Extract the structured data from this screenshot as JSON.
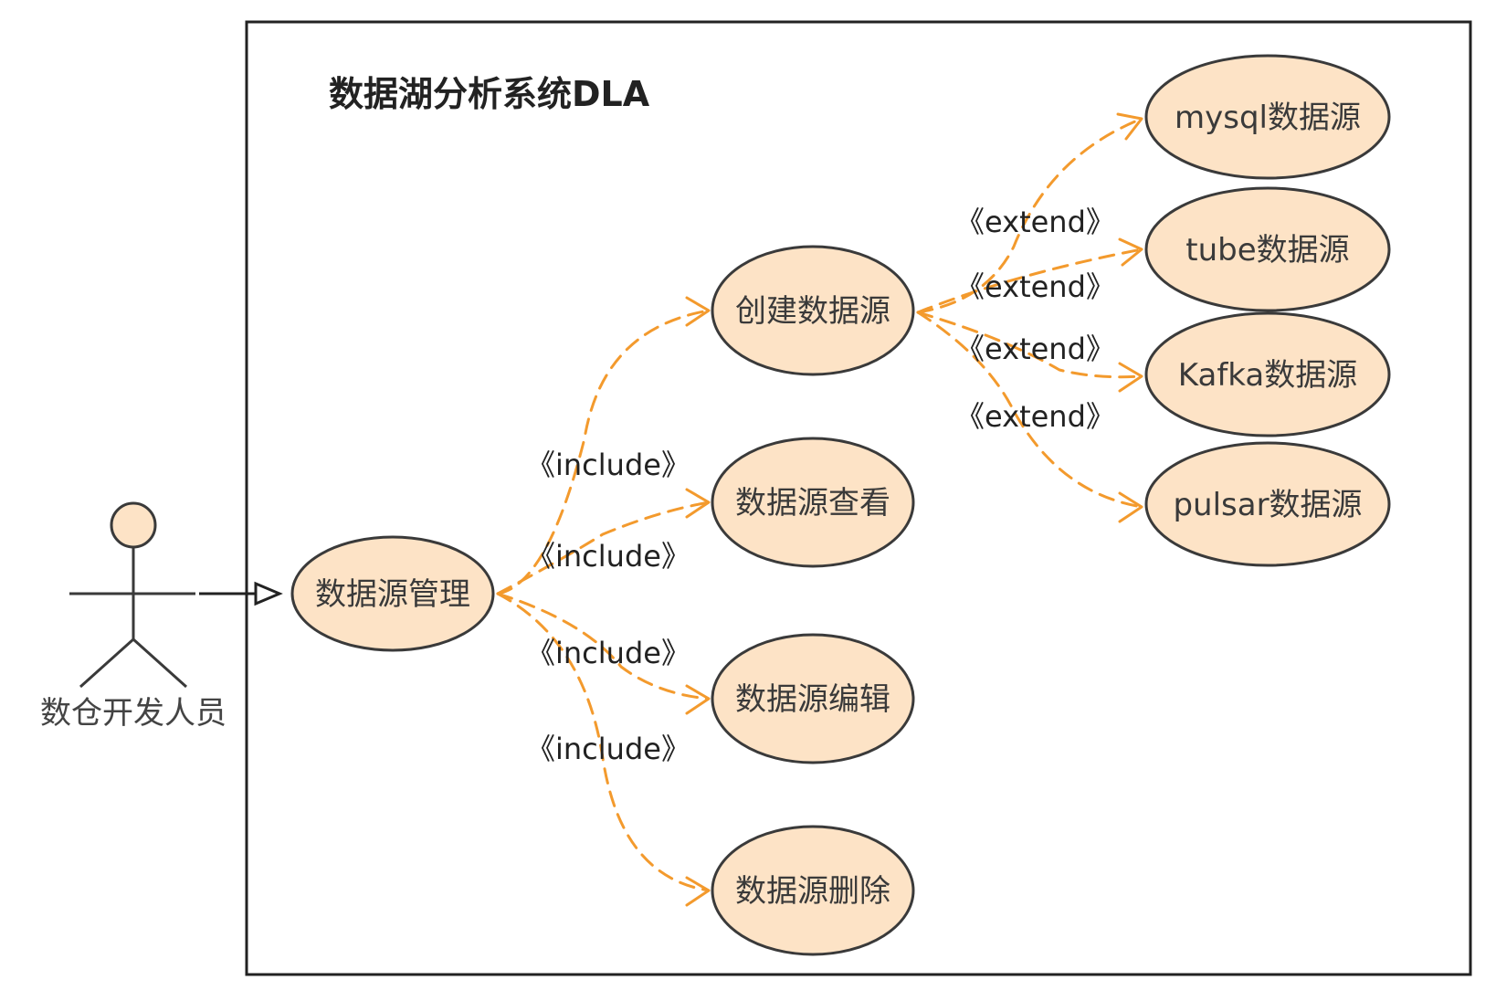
{
  "system": {
    "title": "数据湖分析系统DLA"
  },
  "actor": {
    "label": "数仓开发人员"
  },
  "use_cases": {
    "manage": "数据源管理",
    "create": "创建数据源",
    "view": "数据源查看",
    "edit": "数据源编辑",
    "delete": "数据源删除",
    "mysql": "mysql数据源",
    "tube": "tube数据源",
    "kafka": "Kafka数据源",
    "pulsar": "pulsar数据源"
  },
  "relations": {
    "include_1": "《include》",
    "include_2": "《include》",
    "include_3": "《include》",
    "include_4": "《include》",
    "extend_1": "《extend》",
    "extend_2": "《extend》",
    "extend_3": "《extend》",
    "extend_4": "《extend》"
  },
  "colors": {
    "usecase_fill": "#fde3c6",
    "usecase_stroke": "#3a3a3a",
    "relation_line": "#f39a2d",
    "actor_head": "#fde3c6",
    "border": "#222222"
  }
}
